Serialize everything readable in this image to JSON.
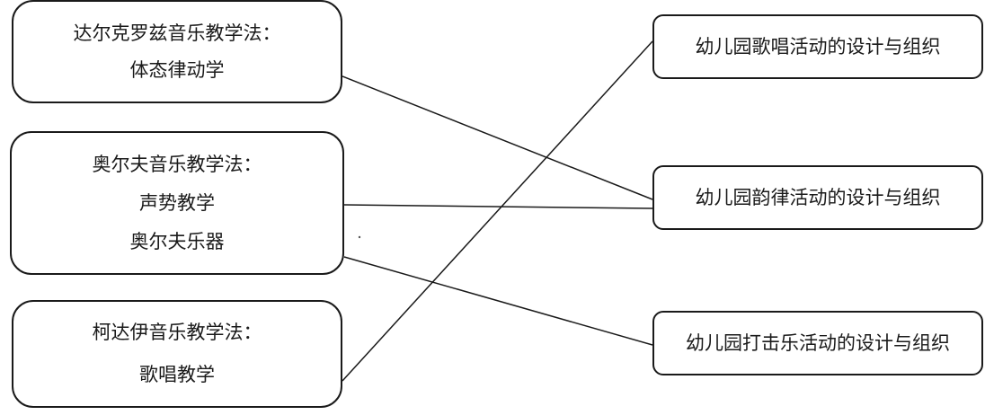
{
  "left_boxes": [
    {
      "lines": [
        "达尔克罗兹音乐教学法：",
        "体态律动学"
      ]
    },
    {
      "lines": [
        "奥尔夫音乐教学法：",
        "声势教学",
        "奥尔夫乐器"
      ]
    },
    {
      "lines": [
        "柯达伊音乐教学法：",
        "歌唱教学"
      ]
    }
  ],
  "right_boxes": [
    {
      "text": "幼儿园歌唱活动的设计与组织"
    },
    {
      "text": "幼儿园韵律活动的设计与组织"
    },
    {
      "text": "幼儿园打击乐活动的设计与组织"
    }
  ],
  "colors": {
    "stroke": "#1a1a1a",
    "background": "#ffffff"
  }
}
